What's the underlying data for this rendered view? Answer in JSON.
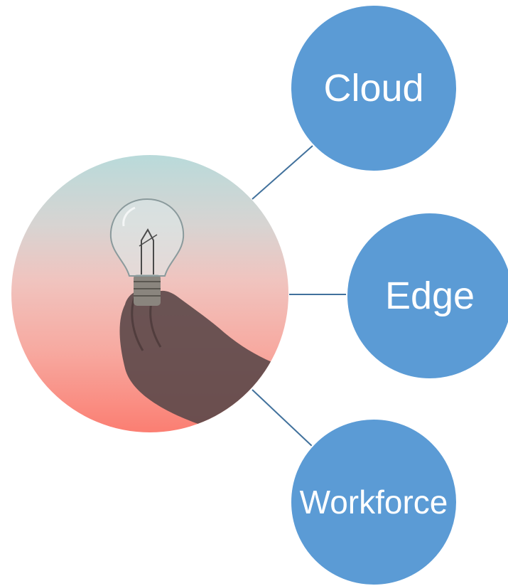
{
  "diagram": {
    "hub_image": "hand-holding-lightbulb-photo",
    "nodes": [
      {
        "label": "Cloud"
      },
      {
        "label": "Edge"
      },
      {
        "label": "Workforce"
      }
    ],
    "colors": {
      "node_fill": "#5b9bd5",
      "node_text": "#ffffff",
      "connector": "#41719c"
    }
  }
}
